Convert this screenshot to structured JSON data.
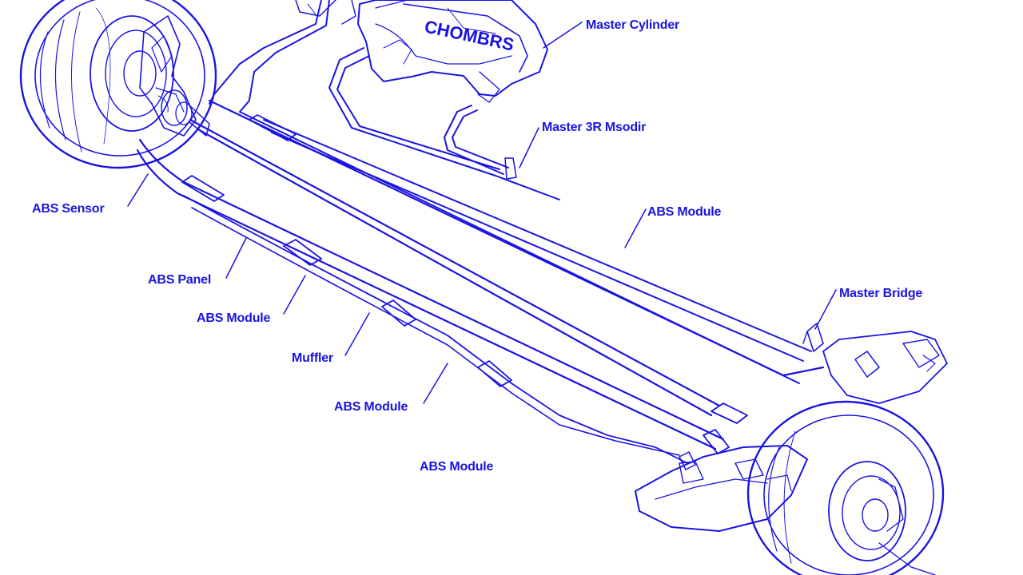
{
  "colors": {
    "ink": "#1a14e0",
    "paper": "#ffffff"
  },
  "labels": {
    "master_cylinder": "Master Cylinder",
    "master_stamp": "CHOMBRS",
    "lower_center": "Master 3R Msodir",
    "abs_sensor": "ABS Sensor",
    "abs_panel": "ABS Panel",
    "abs_module_1": "ABS Module",
    "abs_module_2": "ABS Module",
    "abs_module_3": "ABS Module",
    "abs_module_4": "ABS Module",
    "muffler": "Muffler",
    "master_bridge": "Master Bridge"
  }
}
